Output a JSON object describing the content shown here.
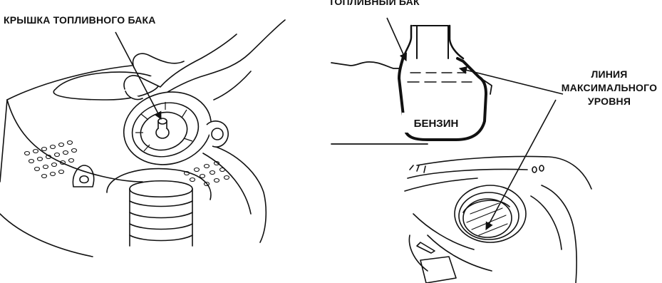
{
  "labels": {
    "fuel_cap": "КРЫШКА ТОПЛИВНОГО БАКА",
    "fuel_tank": "ТОПЛИВНЫЙ БАК",
    "max_level_line1": "ЛИНИЯ",
    "max_level_line2": "МАКСИМАЛЬНОГО",
    "max_level_line3": "УРОВНЯ",
    "gasoline": "БЕНЗИН"
  }
}
